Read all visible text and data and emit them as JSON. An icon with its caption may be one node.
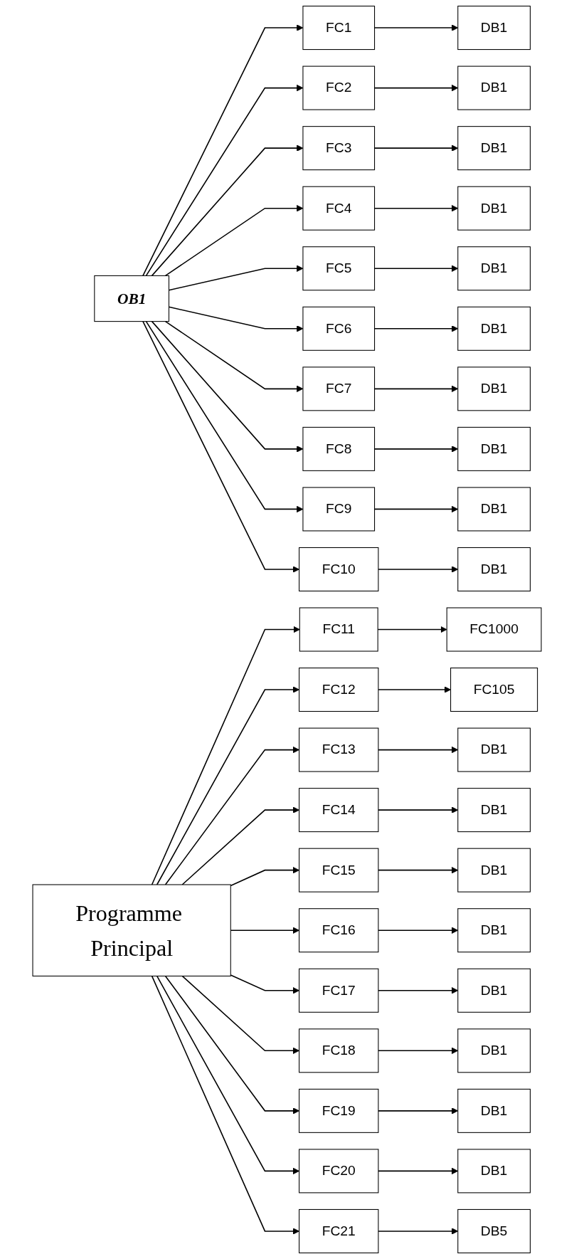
{
  "diagram": {
    "nodes": [
      {
        "text": [
          "OB1"
        ]
      },
      {
        "text": [
          "Programme Principal"
        ]
      },
      {
        "text": [
          "FC1"
        ]
      },
      {
        "text": [
          "DB1"
        ]
      },
      {
        "text": [
          "FC2"
        ]
      },
      {
        "text": [
          "DB1"
        ]
      },
      {
        "text": [
          "FC3"
        ]
      },
      {
        "text": [
          "DB1"
        ]
      },
      {
        "text": [
          "FC4"
        ]
      },
      {
        "text": [
          "DB1"
        ]
      },
      {
        "text": [
          "FC5"
        ]
      },
      {
        "text": [
          "DB1"
        ]
      },
      {
        "text": [
          "FC6"
        ]
      },
      {
        "text": [
          "DB1"
        ]
      },
      {
        "text": [
          "FC7"
        ]
      },
      {
        "text": [
          "DB1"
        ]
      },
      {
        "text": [
          "FC8"
        ]
      },
      {
        "text": [
          "DB1"
        ]
      },
      {
        "text": [
          "FC9"
        ]
      },
      {
        "text": [
          "DB1"
        ]
      },
      {
        "text": [
          "FC10"
        ]
      },
      {
        "text": [
          "DB1"
        ]
      },
      {
        "text": [
          "FC11"
        ]
      },
      {
        "text": [
          "FC1000"
        ]
      },
      {
        "text": [
          "FC12"
        ]
      },
      {
        "text": [
          "FC105"
        ]
      },
      {
        "text": [
          "FC13"
        ]
      },
      {
        "text": [
          "DB1"
        ]
      },
      {
        "text": [
          "FC14"
        ]
      },
      {
        "text": [
          "DB1"
        ]
      },
      {
        "text": [
          "FC15"
        ]
      },
      {
        "text": [
          "DB1"
        ]
      },
      {
        "text": [
          "FC16"
        ]
      },
      {
        "text": [
          "DB1"
        ]
      },
      {
        "text": [
          "FC17"
        ]
      },
      {
        "text": [
          "DB1"
        ]
      },
      {
        "text": [
          "FC18"
        ]
      },
      {
        "text": [
          "DB1"
        ]
      },
      {
        "text": [
          "FC19"
        ]
      },
      {
        "text": [
          "DB1"
        ]
      },
      {
        "text": [
          "FC20"
        ]
      },
      {
        "text": [
          "DB1"
        ]
      },
      {
        "text": [
          "FC21"
        ]
      },
      {
        "text": [
          "DB5"
        ]
      }
    ],
    "edges": [
      {
        "from": 0,
        "to": 2,
        "arrow": "to"
      },
      {
        "from": 2,
        "to": 3,
        "arrow": "to"
      },
      {
        "from": 0,
        "to": 4,
        "arrow": "to"
      },
      {
        "from": 4,
        "to": 5,
        "arrow": "to"
      },
      {
        "from": 0,
        "to": 6,
        "arrow": "to"
      },
      {
        "from": 6,
        "to": 7,
        "arrow": "to"
      },
      {
        "from": 0,
        "to": 8,
        "arrow": "to"
      },
      {
        "from": 8,
        "to": 9,
        "arrow": "to"
      },
      {
        "from": 0,
        "to": 10,
        "arrow": "to"
      },
      {
        "from": 10,
        "to": 11,
        "arrow": "to"
      },
      {
        "from": 0,
        "to": 12,
        "arrow": "to"
      },
      {
        "from": 12,
        "to": 13,
        "arrow": "to"
      },
      {
        "from": 0,
        "to": 14,
        "arrow": "to"
      },
      {
        "from": 14,
        "to": 15,
        "arrow": "to"
      },
      {
        "from": 0,
        "to": 16,
        "arrow": "to"
      },
      {
        "from": 16,
        "to": 17,
        "arrow": "to"
      },
      {
        "from": 0,
        "to": 18,
        "arrow": "to"
      },
      {
        "from": 18,
        "to": 19,
        "arrow": "to"
      },
      {
        "from": 0,
        "to": 20,
        "arrow": "to"
      },
      {
        "from": 20,
        "to": 21,
        "arrow": "to"
      },
      {
        "from": 1,
        "to": 22,
        "arrow": "to"
      },
      {
        "from": 22,
        "to": 23,
        "arrow": "to"
      },
      {
        "from": 1,
        "to": 24,
        "arrow": "to"
      },
      {
        "from": 24,
        "to": 25,
        "arrow": "to"
      },
      {
        "from": 1,
        "to": 26,
        "arrow": "to"
      },
      {
        "from": 26,
        "to": 27,
        "arrow": "to"
      },
      {
        "from": 1,
        "to": 28,
        "arrow": "to"
      },
      {
        "from": 28,
        "to": 29,
        "arrow": "to"
      },
      {
        "from": 1,
        "to": 30,
        "arrow": "to"
      },
      {
        "from": 30,
        "to": 31,
        "arrow": "to"
      },
      {
        "from": 1,
        "to": 32,
        "arrow": "to"
      },
      {
        "from": 32,
        "to": 33,
        "arrow": "to"
      },
      {
        "from": 1,
        "to": 34,
        "arrow": "to"
      },
      {
        "from": 34,
        "to": 35,
        "arrow": "to"
      },
      {
        "from": 1,
        "to": 36,
        "arrow": "to"
      },
      {
        "from": 36,
        "to": 37,
        "arrow": "to"
      },
      {
        "from": 1,
        "to": 38,
        "arrow": "to"
      },
      {
        "from": 38,
        "to": 39,
        "arrow": "to"
      },
      {
        "from": 1,
        "to": 40,
        "arrow": "to"
      },
      {
        "from": 40,
        "to": 41,
        "arrow": "to"
      },
      {
        "from": 1,
        "to": 42,
        "arrow": "to"
      },
      {
        "from": 42,
        "to": 43,
        "arrow": "to"
      }
    ]
  }
}
